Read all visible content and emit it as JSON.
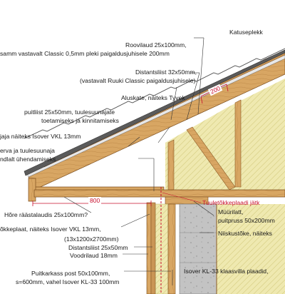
{
  "labels": {
    "katuseplekk": "Katuseplekk",
    "roovilaud": "Roovilaud 25x100mm,",
    "samm": "samm vastavalt Classic 0,5mm pleki paigaldusjuhisele 200mm",
    "distantsliist32": "Distantsliist 32x50mm,",
    "vastavalt": "(vastavalt Ruuki Classic paigaldusjuhisele)",
    "aluskate": "Aluskate, näiteks Tyvek",
    "puitliist": "puitliist 25x50mm, tuulesuunajate",
    "toetamiseks": "toetamiseks ja kinnitamiseks",
    "isoverVkl": "jaja näiteks Isover VKL 13mm",
    "erva": "erva ja tuulesuunaja",
    "ndlalt": "ndlalt ühendamiseks",
    "tuuletokke": "Tuuletõkkeplaadi jätk",
    "hore": "Hõre räästalaudis 25x100mm?",
    "muurilatt": "Müürilatt,",
    "puitpruss": "puitpruss 50x200mm",
    "okkeplaat": "õkkeplaat, näiteks Isover VKL 13mm,",
    "mootmed": "(13x1200x2700mm)",
    "niiskus": "Niiskustõke, näiteks",
    "distantsliist25": "Distantsliist 25x50mm",
    "voodri": "Voodrilaud 18mm",
    "puitkarkass": "Puitkarkass post 50x100mm,",
    "s600": "s=600mm, vahel Isover KL-33 100mm",
    "isoverKl33": "Isover KL-33 klaasvilla plaadid,"
  },
  "dimensions": {
    "d200": "200",
    "d800": "800"
  },
  "colors": {
    "wood": "#d9a865",
    "wood_dark": "#b37a3c",
    "insulation": "#f0eab0",
    "roof": "#5a5a5a",
    "block": "#bdbdbd",
    "accent": "#c8102e"
  }
}
